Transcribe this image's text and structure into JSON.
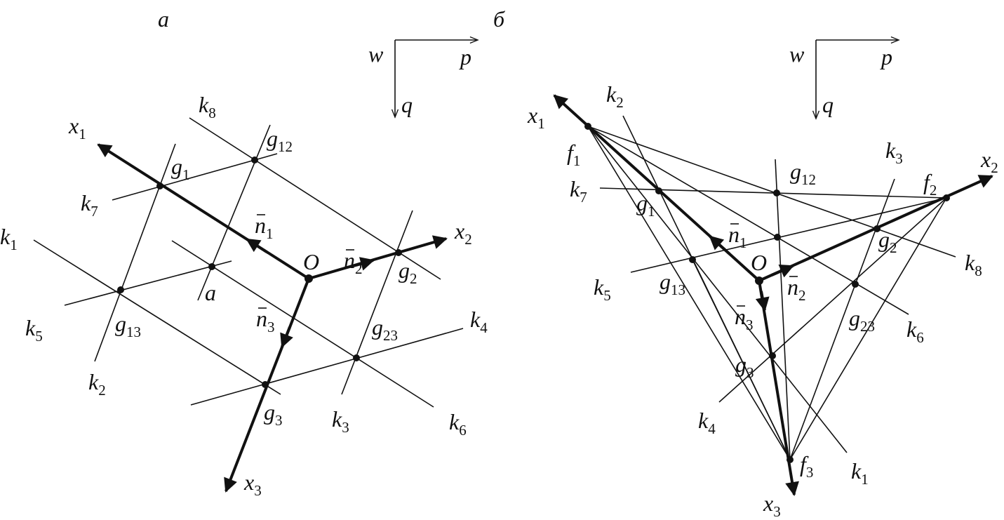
{
  "panels": {
    "a": {
      "title": "а",
      "labels": {
        "w": {
          "b": "w",
          "s": ""
        },
        "p": {
          "b": "p",
          "s": ""
        },
        "q": {
          "b": "q",
          "s": ""
        },
        "x1": {
          "b": "x",
          "s": "1"
        },
        "x2": {
          "b": "x",
          "s": "2"
        },
        "x3": {
          "b": "x",
          "s": "3"
        },
        "k1": {
          "b": "k",
          "s": "1"
        },
        "k2": {
          "b": "k",
          "s": "2"
        },
        "k3": {
          "b": "k",
          "s": "3"
        },
        "k4": {
          "b": "k",
          "s": "4"
        },
        "k5": {
          "b": "k",
          "s": "5"
        },
        "k6": {
          "b": "k",
          "s": "6"
        },
        "k7": {
          "b": "k",
          "s": "7"
        },
        "k8": {
          "b": "k",
          "s": "8"
        },
        "g1": {
          "b": "g",
          "s": "1"
        },
        "g2": {
          "b": "g",
          "s": "2"
        },
        "g3": {
          "b": "g",
          "s": "3"
        },
        "g12": {
          "b": "g",
          "s": "12"
        },
        "g13": {
          "b": "g",
          "s": "13"
        },
        "g23": {
          "b": "g",
          "s": "23"
        },
        "n1": {
          "b": "n",
          "s": "1"
        },
        "n2": {
          "b": "n",
          "s": "2"
        },
        "n3": {
          "b": "n",
          "s": "3"
        },
        "O": {
          "b": "O",
          "s": ""
        },
        "a": {
          "b": "a",
          "s": ""
        }
      }
    },
    "b": {
      "title": "б",
      "labels": {
        "w": {
          "b": "w",
          "s": ""
        },
        "p": {
          "b": "p",
          "s": ""
        },
        "q": {
          "b": "q",
          "s": ""
        },
        "x1": {
          "b": "x",
          "s": "1"
        },
        "x2": {
          "b": "x",
          "s": "2"
        },
        "x3": {
          "b": "x",
          "s": "3"
        },
        "f1": {
          "b": "f",
          "s": "1"
        },
        "f2": {
          "b": "f",
          "s": "2"
        },
        "f3": {
          "b": "f",
          "s": "3"
        },
        "k1": {
          "b": "k",
          "s": "1"
        },
        "k2": {
          "b": "k",
          "s": "2"
        },
        "k3": {
          "b": "k",
          "s": "3"
        },
        "k4": {
          "b": "k",
          "s": "4"
        },
        "k5": {
          "b": "k",
          "s": "5"
        },
        "k6": {
          "b": "k",
          "s": "6"
        },
        "k7": {
          "b": "k",
          "s": "7"
        },
        "k8": {
          "b": "k",
          "s": "8"
        },
        "g1": {
          "b": "g",
          "s": "1"
        },
        "g2": {
          "b": "g",
          "s": "2"
        },
        "g3": {
          "b": "g",
          "s": "3"
        },
        "g12": {
          "b": "g",
          "s": "12"
        },
        "g13": {
          "b": "g",
          "s": "13"
        },
        "g23": {
          "b": "g",
          "s": "23"
        },
        "n1": {
          "b": "n",
          "s": "1"
        },
        "n2": {
          "b": "n",
          "s": "2"
        },
        "n3": {
          "b": "n",
          "s": "3"
        },
        "O": {
          "b": "O",
          "s": ""
        }
      }
    }
  }
}
